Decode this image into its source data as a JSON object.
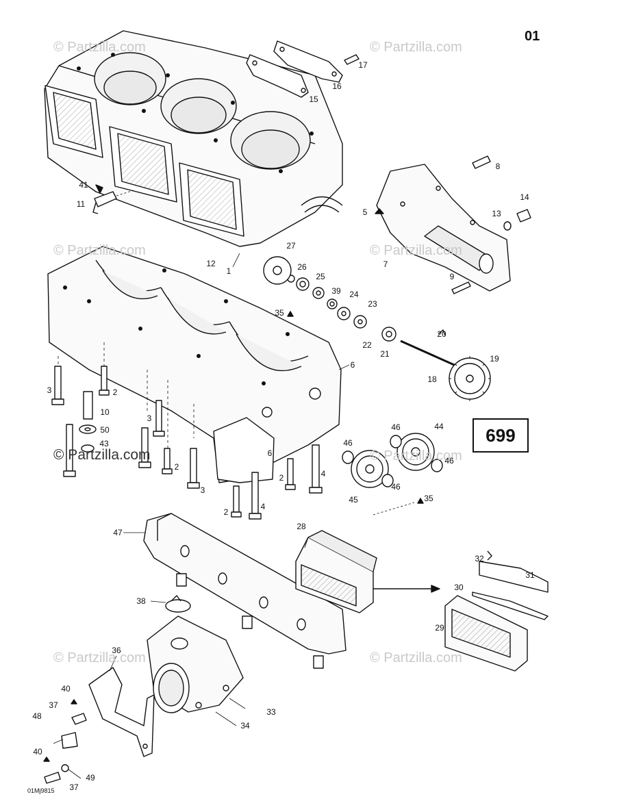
{
  "page_number": "01",
  "figure_number": "699",
  "drawing_code": "01Mj9815",
  "watermark": "© Partzilla.com",
  "watermark_main": "© Partzilla.com",
  "callouts": [
    {
      "id": "c17",
      "text": "17"
    },
    {
      "id": "c16",
      "text": "16"
    },
    {
      "id": "c15",
      "text": "15"
    },
    {
      "id": "c41",
      "text": "41"
    },
    {
      "id": "c11",
      "text": "11"
    },
    {
      "id": "c8",
      "text": "8"
    },
    {
      "id": "c5",
      "text": "5"
    },
    {
      "id": "c14",
      "text": "14"
    },
    {
      "id": "c13",
      "text": "13"
    },
    {
      "id": "c7",
      "text": "7"
    },
    {
      "id": "c9",
      "text": "9"
    },
    {
      "id": "c27",
      "text": "27"
    },
    {
      "id": "c12",
      "text": "12"
    },
    {
      "id": "c1",
      "text": "1"
    },
    {
      "id": "c26",
      "text": "26"
    },
    {
      "id": "c25",
      "text": "25"
    },
    {
      "id": "c39",
      "text": "39"
    },
    {
      "id": "c24",
      "text": "24"
    },
    {
      "id": "c23",
      "text": "23"
    },
    {
      "id": "c35a",
      "text": "35"
    },
    {
      "id": "c20",
      "text": "20"
    },
    {
      "id": "c22",
      "text": "22"
    },
    {
      "id": "c21",
      "text": "21"
    },
    {
      "id": "c19",
      "text": "19"
    },
    {
      "id": "c18",
      "text": "18"
    },
    {
      "id": "c6a",
      "text": "6"
    },
    {
      "id": "c3a",
      "text": "3"
    },
    {
      "id": "c2a",
      "text": "2"
    },
    {
      "id": "c10",
      "text": "10"
    },
    {
      "id": "c3b",
      "text": "3"
    },
    {
      "id": "c50",
      "text": "50"
    },
    {
      "id": "c43",
      "text": "43"
    },
    {
      "id": "c2b",
      "text": "2"
    },
    {
      "id": "c6b",
      "text": "6"
    },
    {
      "id": "c2c",
      "text": "2"
    },
    {
      "id": "c4a",
      "text": "4"
    },
    {
      "id": "c3c",
      "text": "3"
    },
    {
      "id": "c2d",
      "text": "2"
    },
    {
      "id": "c4b",
      "text": "4"
    },
    {
      "id": "c46a",
      "text": "46"
    },
    {
      "id": "c46b",
      "text": "46"
    },
    {
      "id": "c44",
      "text": "44"
    },
    {
      "id": "c46c",
      "text": "46"
    },
    {
      "id": "c46d",
      "text": "46"
    },
    {
      "id": "c45",
      "text": "45"
    },
    {
      "id": "c35b",
      "text": "35"
    },
    {
      "id": "c47",
      "text": "47"
    },
    {
      "id": "c28",
      "text": "28"
    },
    {
      "id": "c32",
      "text": "32"
    },
    {
      "id": "c31",
      "text": "31"
    },
    {
      "id": "c30",
      "text": "30"
    },
    {
      "id": "c38",
      "text": "38"
    },
    {
      "id": "c29",
      "text": "29"
    },
    {
      "id": "c36",
      "text": "36"
    },
    {
      "id": "c40a",
      "text": "40"
    },
    {
      "id": "c37a",
      "text": "37"
    },
    {
      "id": "c33",
      "text": "33"
    },
    {
      "id": "c48",
      "text": "48"
    },
    {
      "id": "c34",
      "text": "34"
    },
    {
      "id": "c40b",
      "text": "40"
    },
    {
      "id": "c49",
      "text": "49"
    },
    {
      "id": "c37b",
      "text": "37"
    }
  ]
}
